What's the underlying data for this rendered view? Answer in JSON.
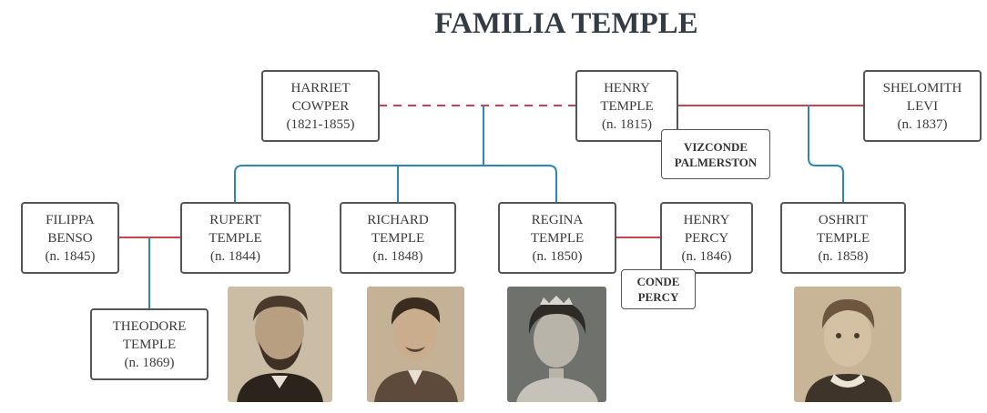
{
  "title": "FAMILIA TEMPLE",
  "people": {
    "harriet": {
      "line1": "HARRIET",
      "line2": "COWPER",
      "dates": "(1821-1855)"
    },
    "henry": {
      "line1": "HENRY",
      "line2": "TEMPLE",
      "dates": "(n. 1815)"
    },
    "shelomith": {
      "line1": "SHELOMITH",
      "line2": "LEVI",
      "dates": "(n. 1837)"
    },
    "filippa": {
      "line1": "FILIPPA",
      "line2": "BENSO",
      "dates": "(n. 1845)"
    },
    "rupert": {
      "line1": "RUPERT",
      "line2": "TEMPLE",
      "dates": "(n. 1844)"
    },
    "richard": {
      "line1": "RICHARD",
      "line2": "TEMPLE",
      "dates": "(n. 1848)"
    },
    "regina": {
      "line1": "REGINA",
      "line2": "TEMPLE",
      "dates": "(n. 1850)"
    },
    "henry_percy": {
      "line1": "HENRY",
      "line2": "PERCY",
      "dates": "(n. 1846)"
    },
    "oshrit": {
      "line1": "OSHRIT",
      "line2": "TEMPLE",
      "dates": "(n. 1858)"
    },
    "theodore": {
      "line1": "THEODORE",
      "line2": "TEMPLE",
      "dates": "(n. 1869)"
    }
  },
  "titles": {
    "palmerston": {
      "line1": "VIZCONDE",
      "line2": "PALMERSTON"
    },
    "percy": {
      "line1": "CONDE",
      "line2": "PERCY"
    }
  },
  "colors": {
    "descent_line": "#2b86b8",
    "marriage_line": "#c8434f",
    "box_border": "#555555",
    "title_text": "#333b45"
  }
}
